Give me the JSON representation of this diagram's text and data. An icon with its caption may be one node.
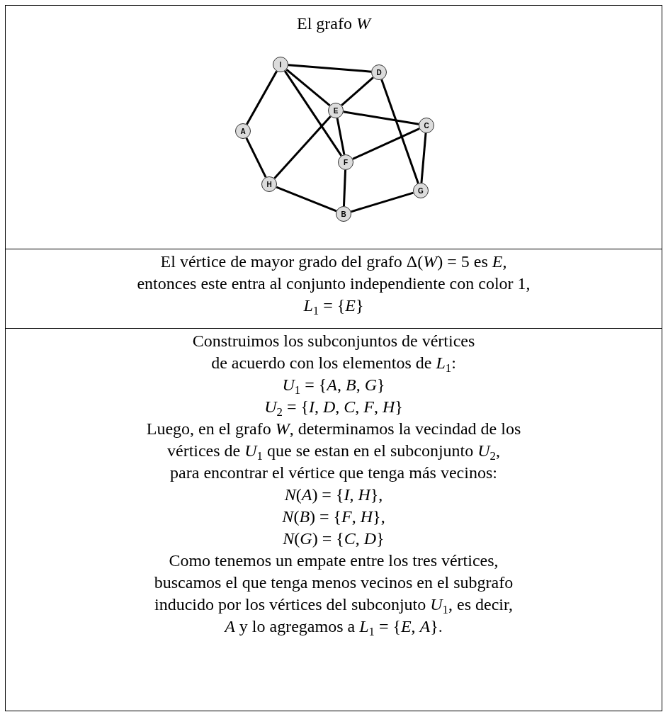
{
  "diagram": {
    "title": "El grafo *W*",
    "nodes": [
      {
        "text": [
          "I"
        ]
      },
      {
        "text": [
          "D"
        ]
      },
      {
        "text": [
          "E"
        ]
      },
      {
        "text": [
          "A"
        ]
      },
      {
        "text": [
          "C"
        ]
      },
      {
        "text": [
          "F"
        ]
      },
      {
        "text": [
          "H"
        ]
      },
      {
        "text": [
          "G"
        ]
      },
      {
        "text": [
          "B"
        ]
      }
    ],
    "edges": [
      {
        "from": 0,
        "to": 1,
        "arrow": "none"
      },
      {
        "from": 0,
        "to": 3,
        "arrow": "none"
      },
      {
        "from": 0,
        "to": 2,
        "arrow": "none"
      },
      {
        "from": 0,
        "to": 5,
        "arrow": "none"
      },
      {
        "from": 2,
        "to": 1,
        "arrow": "none"
      },
      {
        "from": 2,
        "to": 4,
        "arrow": "none"
      },
      {
        "from": 2,
        "to": 5,
        "arrow": "none"
      },
      {
        "from": 2,
        "to": 6,
        "arrow": "none"
      },
      {
        "from": 1,
        "to": 7,
        "arrow": "none"
      },
      {
        "from": 4,
        "to": 5,
        "arrow": "none"
      },
      {
        "from": 4,
        "to": 7,
        "arrow": "none"
      },
      {
        "from": 3,
        "to": 6,
        "arrow": "none"
      },
      {
        "from": 6,
        "to": 8,
        "arrow": "none"
      },
      {
        "from": 5,
        "to": 8,
        "arrow": "none"
      },
      {
        "from": 8,
        "to": 7,
        "arrow": "none"
      }
    ],
    "labels": [
      "El vértice de mayor grado del grafo Δ(*W*) = 5 es *E*,",
      "entonces este entra al conjunto independiente con color 1,",
      "*L*$_{1}$ = {*E*}",
      "Construimos los subconjuntos de vértices",
      "de acuerdo con los elementos de *L*$_{1}$:",
      "*U*$_{1}$ = {*A*, *B*, *G*}",
      "*U*$_{2}$ = {*I*, *D*, *C*, *F*, *H*}",
      "Luego, en el grafo *W*, determinamos la vecindad de los",
      "vértices de *U*$_{1}$ que se estan en el subconjunto *U*$_{2}$,",
      "para encontrar el vértice que tenga más vecinos:",
      "*N*(*A*) = {*I*, *H*},",
      "*N*(*B*) = {*F*, *H*},",
      "*N*(*G*) = {*C*, *D*}",
      "Como tenemos un empate entre los tres vértices,",
      "buscamos el que tenga menos vecinos en el subgrafo",
      "inducido por los vértices del subconjuto *U*$_{1}$, es decir,",
      "*A* y lo agregamos a *L*$_{1}$ = {*E*, *A*}."
    ]
  }
}
